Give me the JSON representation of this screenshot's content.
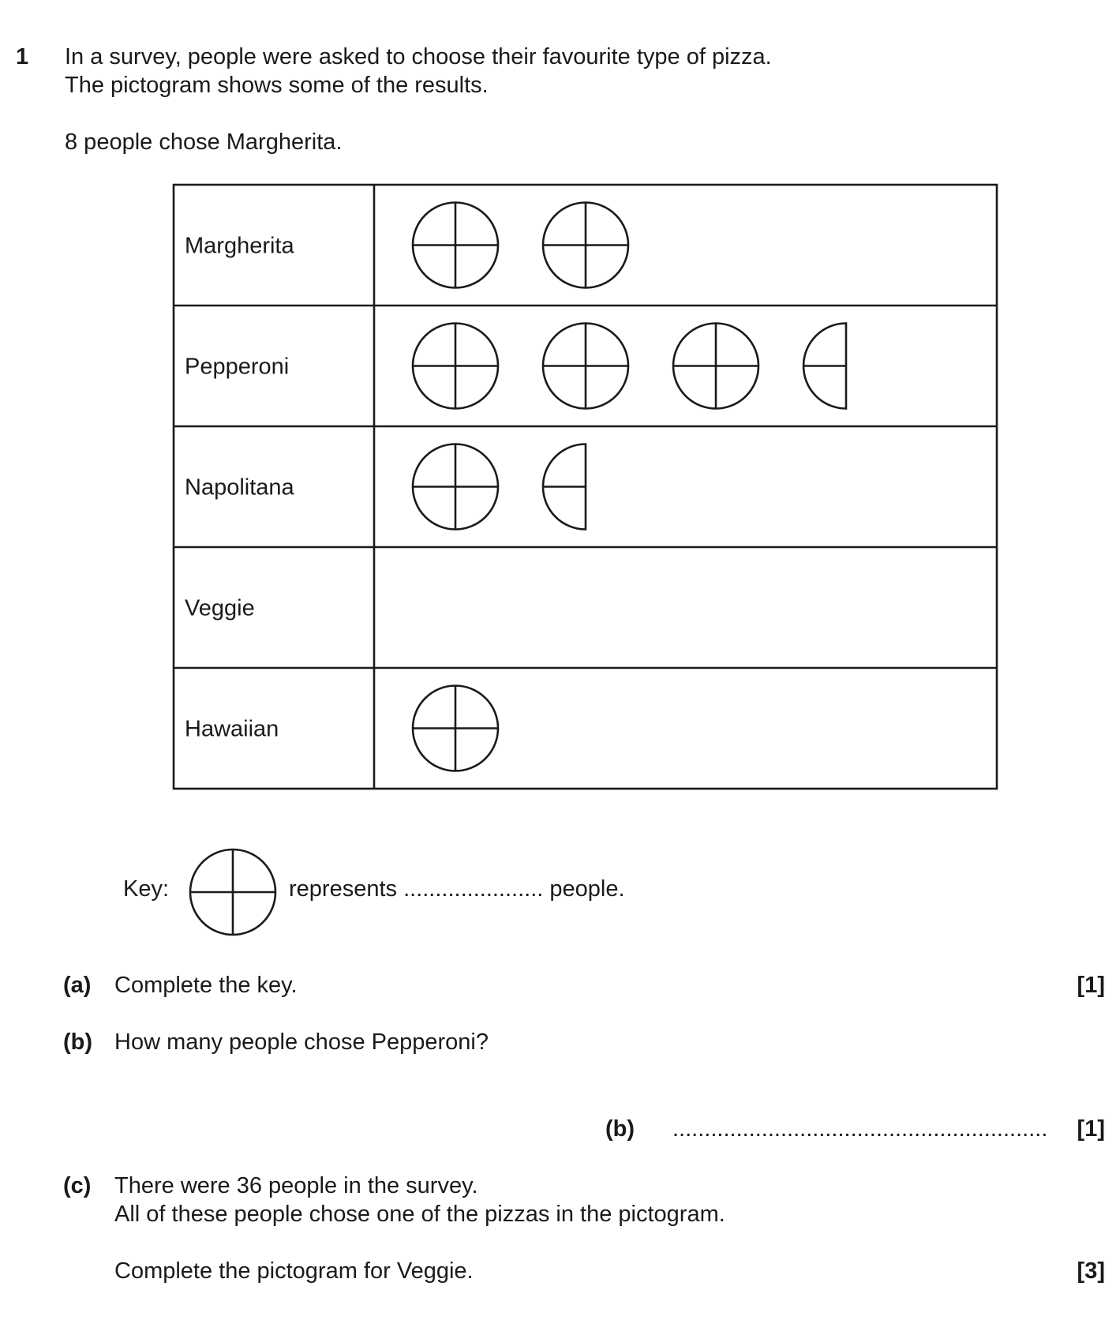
{
  "question": {
    "number": "1",
    "intro_line1": "In a survey, people were asked to choose their favourite type of pizza.",
    "intro_line2": "The pictogram shows some of the results.",
    "given": "8 people chose Margherita."
  },
  "chart_data": {
    "type": "table",
    "rows": [
      {
        "label": "Margherita",
        "symbols": 2
      },
      {
        "label": "Pepperoni",
        "symbols": 3.5
      },
      {
        "label": "Napolitana",
        "symbols": 1.5
      },
      {
        "label": "Veggie",
        "symbols": 0
      },
      {
        "label": "Hawaiian",
        "symbols": 1
      }
    ]
  },
  "key": {
    "label": "Key:",
    "text": "represents ...................... people."
  },
  "part_a": {
    "label": "(a)",
    "text": "Complete the key.",
    "marks": "[1]"
  },
  "part_b": {
    "label": "(b)",
    "text": "How many people chose Pepperoni?",
    "answer_label": "(b)",
    "answer_line": "...........................................................",
    "marks": "[1]"
  },
  "part_c": {
    "label": "(c)",
    "line1": "There were 36 people in the survey.",
    "line2": "All of these people chose one of the pizzas in the pictogram.",
    "instruction": "Complete the pictogram for Veggie.",
    "marks": "[3]"
  }
}
